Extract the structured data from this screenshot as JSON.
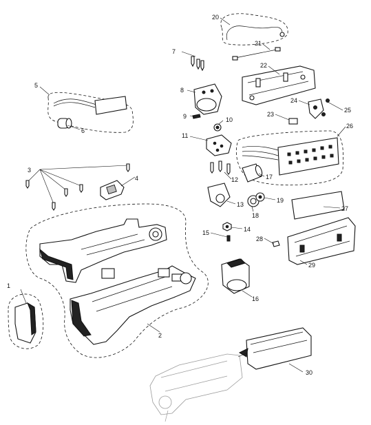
{
  "callouts": [
    "1",
    "2",
    "3",
    "4",
    "5",
    "6",
    "7",
    "8",
    "9",
    "10",
    "11",
    "12",
    "13",
    "14",
    "15",
    "16",
    "17",
    "18",
    "19",
    "20",
    "21",
    "22",
    "23",
    "24",
    "25",
    "26",
    "27",
    "28",
    "29",
    "30"
  ],
  "colors": {
    "line": "#111111",
    "background": "#ffffff",
    "ghost": "#9a9a9a"
  }
}
